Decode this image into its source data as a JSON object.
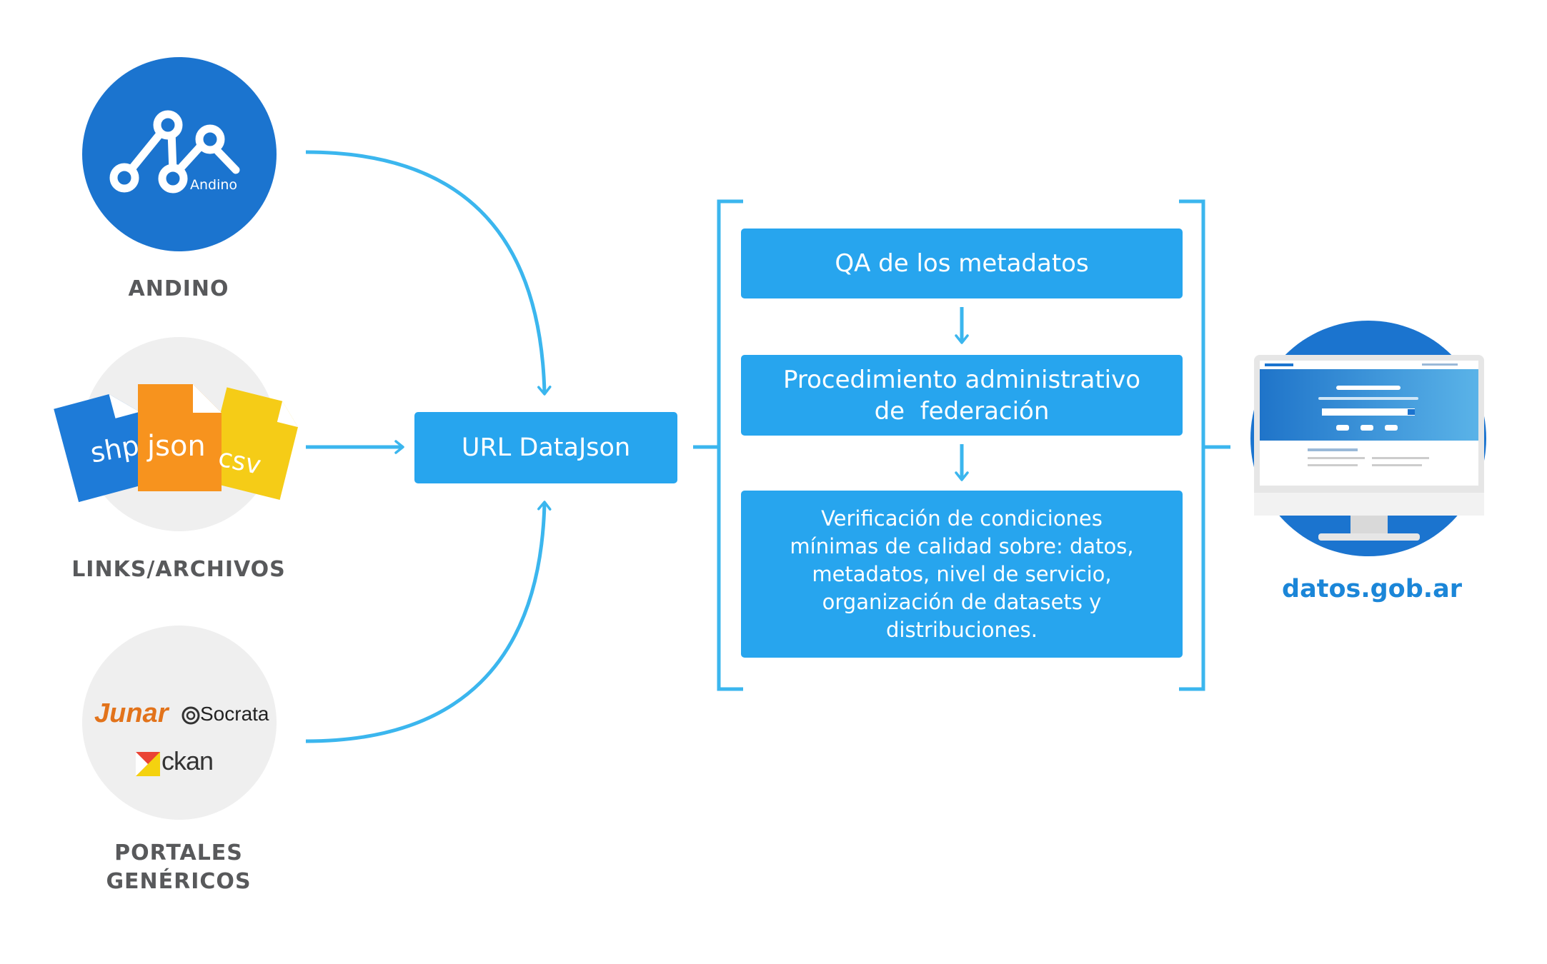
{
  "sources": {
    "andino": {
      "label": "ANDINO",
      "logo_text": "Andino",
      "icon": "andino-logo-icon"
    },
    "links": {
      "label": "LINKS/ARCHIVOS",
      "files": [
        "shp",
        "json",
        "csv"
      ],
      "icon": "files-icon"
    },
    "portales": {
      "label_line1": "PORTALES",
      "label_line2": "GENÉRICOS",
      "logos": [
        "Junar",
        "Socrata",
        "ckan"
      ]
    }
  },
  "url_box": {
    "label": "URL DataJson"
  },
  "process": {
    "step1": "QA de los metadatos",
    "step2_line1": "Procedimiento administrativo",
    "step2_line2": "de  federación",
    "step3_line1": "Verificación de condiciones",
    "step3_line2": "mínimas de calidad sobre: datos,",
    "step3_line3": "metadatos, nivel de servicio,",
    "step3_line4": "organización de datasets y",
    "step3_line5": "distribuciones."
  },
  "target": {
    "label": "datos.gob.ar",
    "icon": "monitor-icon"
  },
  "colors": {
    "primary_box": "#27a5ee",
    "arrow": "#3bb6ee",
    "andino_circle": "#1b74cf",
    "label_gray": "#58595b",
    "target_blue": "#1b86d8",
    "circle_bg": "#efefef"
  }
}
